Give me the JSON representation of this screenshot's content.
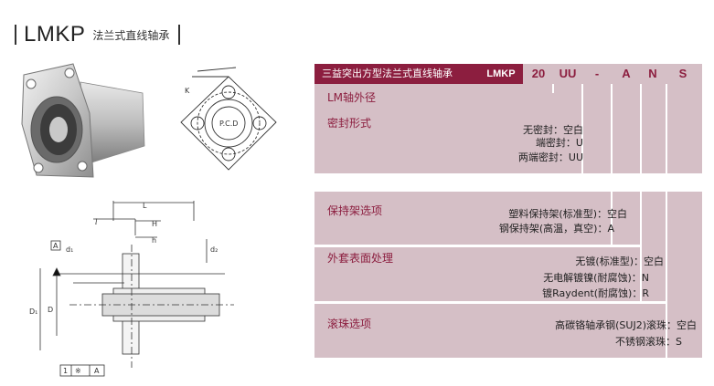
{
  "title": {
    "model": "LMKP",
    "description": "法兰式直线轴承"
  },
  "spec": {
    "header_title": "三益突出方型法兰式直线轴承",
    "header_model": "LMKP",
    "codes": [
      "20",
      "UU",
      "-",
      "A",
      "N",
      "S"
    ],
    "shaft_label": "LM轴外径",
    "seal": {
      "label": "密封形式",
      "options": [
        "无密封：空白",
        "端密封：U",
        "两端密封：UU"
      ]
    },
    "retainer": {
      "label": "保持架选项",
      "options": [
        "塑料保持架(标准型)：空白",
        "钢保持架(高温，真空)：A"
      ]
    },
    "surface": {
      "label": "外套表面处理",
      "options": [
        "无镀(标准型)：空白",
        "无电解镀镍(耐腐蚀)：N",
        "镀Raydent(耐腐蚀)：R"
      ]
    },
    "ball": {
      "label": "滚珠选项",
      "options": [
        "高碳铬轴承钢(SUJ2)滚珠：空白",
        "不锈钢滚珠：S"
      ]
    }
  },
  "drawing": {
    "pcd": "P.C.D",
    "k": "K",
    "L": "L",
    "l": "l",
    "H": "H",
    "h": "h",
    "d1": "d₁",
    "d2": "d₂",
    "D1": "D₁",
    "D": "D",
    "datum": "A",
    "tolerance": [
      "1",
      "※",
      "A"
    ]
  },
  "colors": {
    "accent": "#8c1e3f",
    "panel": "#d5bfc6"
  }
}
